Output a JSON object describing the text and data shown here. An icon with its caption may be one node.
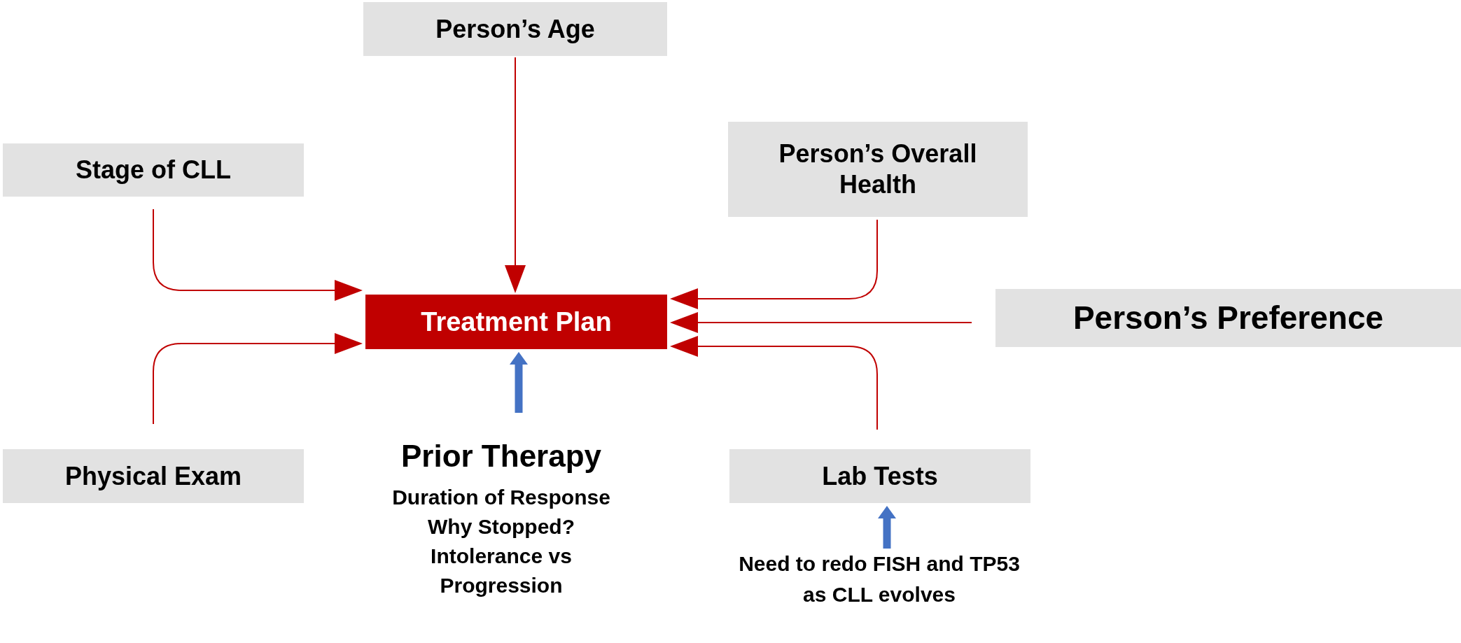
{
  "diagram": {
    "nodes": [
      {
        "text": [
          "Person’s Age"
        ]
      },
      {
        "text": [
          "Stage of CLL"
        ]
      },
      {
        "text": [
          "Person’s Overall Health"
        ]
      },
      {
        "text": [
          "Treatment Plan"
        ]
      },
      {
        "text": [
          "Person’s Preference"
        ]
      },
      {
        "text": [
          "Physical Exam"
        ]
      },
      {
        "text": [
          "Prior Therapy",
          "Duration of Response",
          "Why Stopped?",
          "Intolerance vs Progression"
        ]
      },
      {
        "text": [
          "Lab Tests"
        ]
      },
      {
        "text": [
          "Need to redo FISH and TP53 as CLL evolves"
        ]
      }
    ],
    "edges": [
      {
        "from": 0,
        "to": 3,
        "arrow": "to"
      },
      {
        "from": 1,
        "to": 3,
        "arrow": "to"
      },
      {
        "from": 2,
        "to": 3,
        "arrow": "to"
      },
      {
        "from": 4,
        "to": 3,
        "arrow": "to"
      },
      {
        "from": 5,
        "to": 3,
        "arrow": "to"
      },
      {
        "from": 7,
        "to": 3,
        "arrow": "to"
      },
      {
        "from": 6,
        "to": 3,
        "arrow": "to",
        "style": "thick",
        "color": "#4472c4"
      },
      {
        "from": 8,
        "to": 7,
        "arrow": "to",
        "style": "thick",
        "color": "#4472c4"
      }
    ]
  }
}
